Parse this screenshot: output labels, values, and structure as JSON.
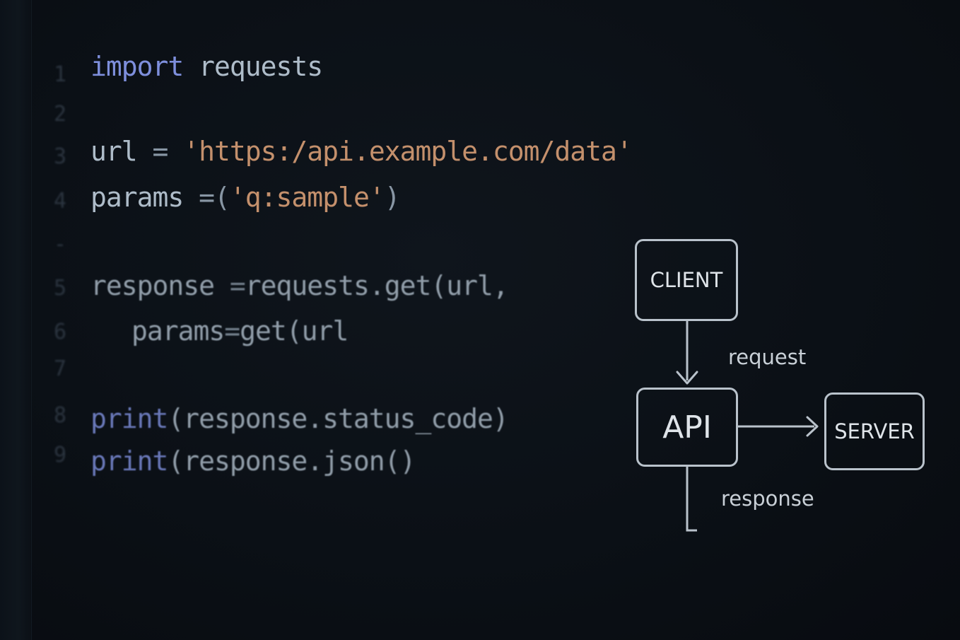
{
  "editor": {
    "lines": [
      {
        "num": "1",
        "tokens": {
          "t1": "import",
          "t2": " requests"
        }
      },
      {
        "num": "2"
      },
      {
        "num": "3",
        "tokens": {
          "t1": "url",
          "t2": " = ",
          "t3": "'https:/api.example.com/data'"
        }
      },
      {
        "num": "4",
        "tokens": {
          "t1": "params",
          "t2": " =(",
          "t3": "'q:sample'",
          "t4": ")"
        }
      },
      {
        "num": "-"
      },
      {
        "num": "5",
        "tokens": {
          "t1": "response",
          "t2": " =",
          "t3": "requests.get(url,"
        }
      },
      {
        "num": "6",
        "tokens": {
          "t1": "params",
          "t2": "=",
          "t3": "get(url"
        }
      },
      {
        "num": "7"
      },
      {
        "num": "8",
        "tokens": {
          "t1": "print",
          "t2": "(response.status_code)"
        }
      },
      {
        "num": "9",
        "tokens": {
          "t1": "print",
          "t2": "(response.json()"
        }
      }
    ]
  },
  "diagram": {
    "nodes": {
      "client": "CLIENT",
      "api": "API",
      "server": "SERVER"
    },
    "edges": {
      "request": "request",
      "response": "response"
    },
    "stroke_color": "#b9c2cb"
  },
  "colors": {
    "background": "#0b0f14",
    "keyword": "#7e8fdc",
    "string": "#c4906c",
    "identifier": "#aebcc9",
    "line_number": "#2c3540"
  }
}
